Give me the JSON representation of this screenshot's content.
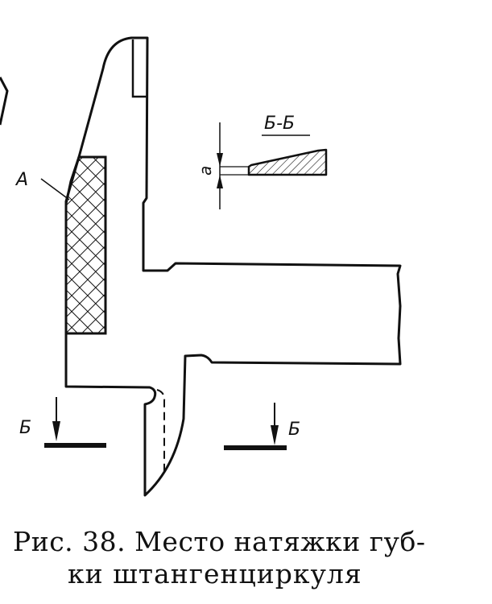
{
  "figure": {
    "labels": {
      "region_a": "А",
      "section_title": "Б-Б",
      "dimension": "a",
      "cut_left": "Б",
      "cut_right": "Б"
    },
    "colors": {
      "line": "#111111",
      "background": "#ffffff"
    }
  },
  "caption": {
    "line1": "Рис. 38. Место натяжки губ-",
    "line2": "ки штангенциркуля"
  }
}
